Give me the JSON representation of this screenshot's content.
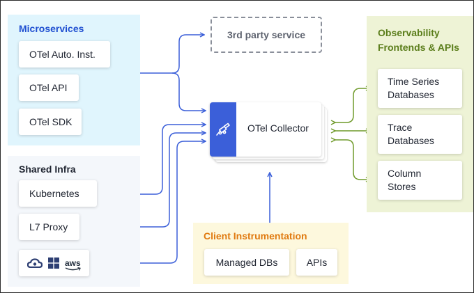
{
  "microservices": {
    "title": "Microservices",
    "items": [
      "OTel Auto. Inst.",
      "OTel API",
      "OTel SDK"
    ]
  },
  "shared_infra": {
    "title": "Shared Infra",
    "items": [
      "Kubernetes",
      "L7 Proxy"
    ],
    "cloud_logos": [
      "cloud-icon",
      "windows-icon",
      "aws"
    ]
  },
  "third_party": {
    "label": "3rd party service"
  },
  "collector": {
    "label": "OTel Collector",
    "icon": "otel-telescope-icon"
  },
  "observability": {
    "title_line1": "Observability",
    "title_line2": "Frontends & APIs",
    "items": [
      {
        "line1": "Time Series",
        "line2": "Databases"
      },
      {
        "line1": "Trace",
        "line2": "Databases"
      },
      {
        "line1": "Column",
        "line2": "Stores"
      }
    ]
  },
  "client_instrumentation": {
    "title": "Client Instrumentation",
    "items": [
      "Managed DBs",
      "APIs"
    ]
  },
  "colors": {
    "microservices_title": "#1f4fd1",
    "shared_infra_title": "#1f2430",
    "observability_title": "#5a7d1a",
    "client_title": "#e07a10",
    "blue_arrow": "#3b5fd9",
    "green_arrow": "#6f9a2a",
    "collector_accent": "#3b5fd9"
  }
}
